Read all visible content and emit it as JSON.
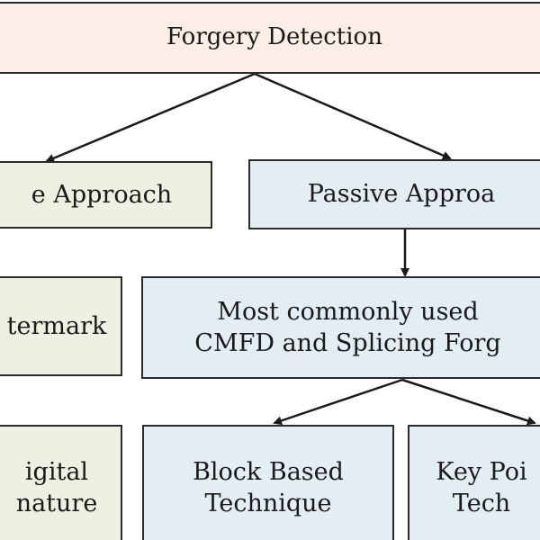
{
  "nodes": {
    "root": {
      "label": "Forgery Detection"
    },
    "active_approach": {
      "label": "e Approach"
    },
    "passive_approach": {
      "label": "Passive Approa"
    },
    "watermark": {
      "label": "termark"
    },
    "cmfd_splicing": {
      "line1": "Most commonly used",
      "line2": "CMFD and Splicing Forg"
    },
    "digital_signature": {
      "line1": "igital",
      "line2": "nature"
    },
    "block_based": {
      "line1": "Block Based",
      "line2": "Technique"
    },
    "key_point": {
      "line1": "Key Poi",
      "line2": "Tech"
    }
  },
  "colors": {
    "root_fill": "#fbeee6",
    "active_fill": "#edf1e2",
    "passive_fill": "#e3edf4",
    "stroke": "#2b2b2b",
    "text": "#1a1a1a"
  }
}
